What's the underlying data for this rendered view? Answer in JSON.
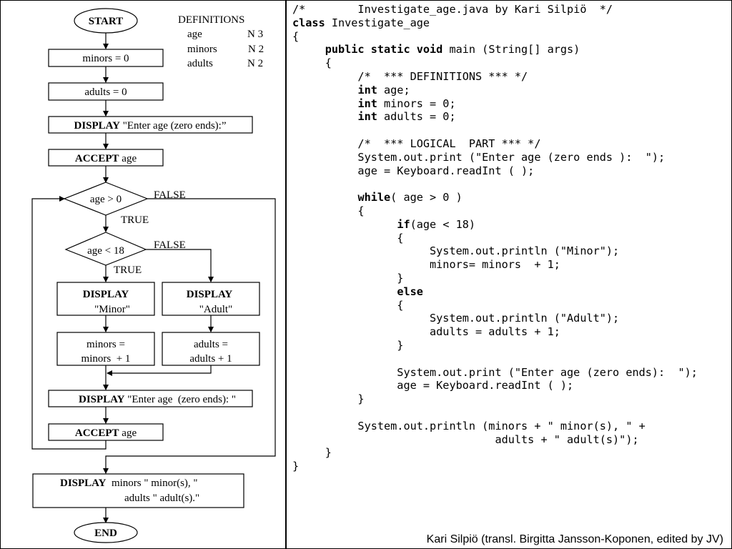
{
  "definitions": {
    "title": "DEFINITIONS",
    "rows": [
      {
        "name": "age",
        "type": "N 3"
      },
      {
        "name": "minors",
        "type": "N 2"
      },
      {
        "name": "adults",
        "type": "N 2"
      }
    ]
  },
  "flowchart": {
    "start": "START",
    "end": "END",
    "minors_init": "minors = 0",
    "adults_init": "adults = 0",
    "display_kw": "DISPLAY",
    "accept_kw": "ACCEPT",
    "prompt1": "\"Enter age (zero ends):”",
    "accept_var": "age",
    "cond_loop": "age > 0",
    "cond_minor": "age < 18",
    "true_label": "TRUE",
    "false_label": "FALSE",
    "disp_minor": "\"Minor\"",
    "disp_adult": "\"Adult\"",
    "minors_inc_1": "minors =",
    "minors_inc_2": "minors  + 1",
    "adults_inc_1": "adults =",
    "adults_inc_2": "adults + 1",
    "prompt2": "\"Enter age  (zero ends): \"",
    "final_1": "minors \" minor(s), \"",
    "final_2": "adults \" adult(s).\""
  },
  "code_lines": [
    [
      {
        "t": "/*        Investigate_age.java by Kari Silpiö  */"
      }
    ],
    [
      {
        "t": "class",
        "b": true
      },
      {
        "t": " Investigate_age"
      }
    ],
    [
      {
        "t": "{"
      }
    ],
    [
      {
        "t": "     "
      },
      {
        "t": "public static void",
        "b": true
      },
      {
        "t": " main (String[] args)"
      }
    ],
    [
      {
        "t": "     {"
      }
    ],
    [
      {
        "t": "          /*  *** DEFINITIONS *** */"
      }
    ],
    [
      {
        "t": "          "
      },
      {
        "t": "int",
        "b": true
      },
      {
        "t": " age;"
      }
    ],
    [
      {
        "t": "          "
      },
      {
        "t": "int",
        "b": true
      },
      {
        "t": " minors = 0;"
      }
    ],
    [
      {
        "t": "          "
      },
      {
        "t": "int",
        "b": true
      },
      {
        "t": " adults = 0;"
      }
    ],
    [
      {
        "t": ""
      }
    ],
    [
      {
        "t": "          /*  *** LOGICAL  PART *** */"
      }
    ],
    [
      {
        "t": "          System.out.print (\"Enter age (zero ends ):  \");"
      }
    ],
    [
      {
        "t": "          age = Keyboard.readInt ( );"
      }
    ],
    [
      {
        "t": ""
      }
    ],
    [
      {
        "t": "          "
      },
      {
        "t": "while",
        "b": true
      },
      {
        "t": "( age > 0 )"
      }
    ],
    [
      {
        "t": "          {"
      }
    ],
    [
      {
        "t": "                "
      },
      {
        "t": "if",
        "b": true
      },
      {
        "t": "(age < 18)"
      }
    ],
    [
      {
        "t": "                {"
      }
    ],
    [
      {
        "t": "                     System.out.println (\"Minor\");"
      }
    ],
    [
      {
        "t": "                     minors= minors  + 1;"
      }
    ],
    [
      {
        "t": "                }"
      }
    ],
    [
      {
        "t": "                "
      },
      {
        "t": "else",
        "b": true
      }
    ],
    [
      {
        "t": "                {"
      }
    ],
    [
      {
        "t": "                     System.out.println (\"Adult\");"
      }
    ],
    [
      {
        "t": "                     adults = adults + 1;"
      }
    ],
    [
      {
        "t": "                }"
      }
    ],
    [
      {
        "t": ""
      }
    ],
    [
      {
        "t": "                System.out.print (\"Enter age (zero ends):  \");"
      }
    ],
    [
      {
        "t": "                age = Keyboard.readInt ( );"
      }
    ],
    [
      {
        "t": "          }"
      }
    ],
    [
      {
        "t": ""
      }
    ],
    [
      {
        "t": "          System.out.println (minors + \" minor(s), \" +"
      }
    ],
    [
      {
        "t": "                               adults + \" adult(s)\");"
      }
    ],
    [
      {
        "t": "     }"
      }
    ],
    [
      {
        "t": "}"
      }
    ]
  ],
  "credit": "Kari Silpiö (transl. Birgitta Jansson-Koponen, edited by JV)"
}
